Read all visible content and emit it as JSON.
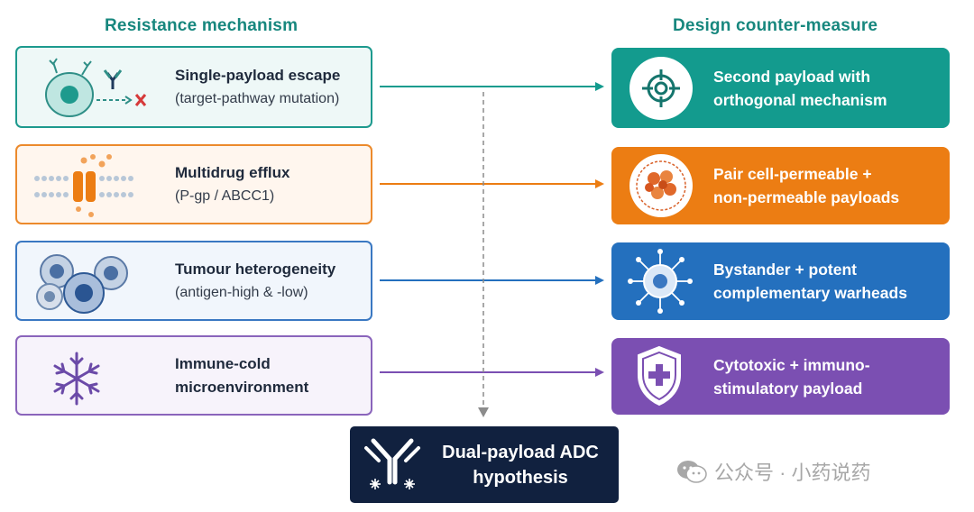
{
  "headers": {
    "left": "Resistance mechanism",
    "right": "Design counter-measure"
  },
  "rows": [
    {
      "mechanism_title": "Single-payload escape",
      "mechanism_detail": "(target-pathway mutation)",
      "mechanism_icon": "cell-receptor-blocked-icon",
      "countermeasure_line1": "Second payload with",
      "countermeasure_line2": "orthogonal mechanism",
      "countermeasure_icon": "target-crosshair-icon",
      "color": "#139b8e",
      "left_border": "#1d9a8e",
      "left_bg": "#eef8f7"
    },
    {
      "mechanism_title": "Multidrug efflux",
      "mechanism_detail": "(P-gp / ABCC1)",
      "mechanism_icon": "membrane-pump-icon",
      "countermeasure_line1": "Pair cell-permeable +",
      "countermeasure_line2": "non-permeable payloads",
      "countermeasure_icon": "cell-cluster-icon",
      "color": "#ec7d13",
      "left_border": "#ec8a2c",
      "left_bg": "#fff6ee"
    },
    {
      "mechanism_title": "Tumour heterogeneity",
      "mechanism_detail": "(antigen-high & -low)",
      "mechanism_icon": "heterogeneous-cells-icon",
      "countermeasure_line1": "Bystander + potent",
      "countermeasure_line2": "complementary warheads",
      "countermeasure_icon": "bystander-cell-icon",
      "color": "#2470be",
      "left_border": "#3a78c2",
      "left_bg": "#f1f6fc"
    },
    {
      "mechanism_title": "Immune-cold",
      "mechanism_detail": "microenvironment",
      "mechanism_icon": "snowflake-icon",
      "countermeasure_line1": "Cytotoxic + immuno-",
      "countermeasure_line2": "stimulatory payload",
      "countermeasure_icon": "shield-plus-icon",
      "color": "#7b4fb2",
      "left_border": "#8a64bb",
      "left_bg": "#f7f3fb"
    }
  ],
  "result": {
    "line1": "Dual-payload ADC",
    "line2": "hypothesis",
    "icon": "antibody-icon"
  },
  "watermark": {
    "text": "公众号 · 小药说药",
    "icon": "wechat-icon"
  }
}
